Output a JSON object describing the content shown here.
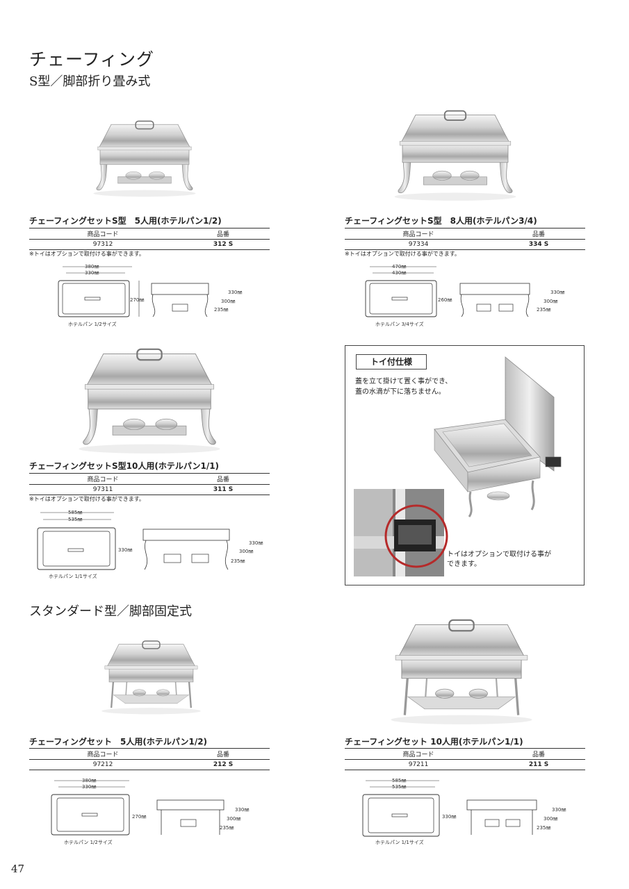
{
  "page": {
    "title": "チェーフィング",
    "subtitle": "S型／脚部折り畳み式",
    "section2_title": "スタンダード型／脚部固定式",
    "page_number": "47"
  },
  "table_headers": {
    "code": "商品コード",
    "model": "品番"
  },
  "note": "※トイはオプションで取付ける事ができます。",
  "products": [
    {
      "name": "チェーフィングセットS型　5人用(ホテルパン1/2)",
      "code": "97312",
      "model": "312 S",
      "dims": {
        "w_outer": "380㎜",
        "w_inner": "330㎜",
        "depth": "270㎜",
        "h1": "330㎜",
        "h2": "300㎜",
        "h3": "235㎜",
        "pan": "ホテルパン 1/2サイズ"
      }
    },
    {
      "name": "チェーフィングセットS型　8人用(ホテルパン3/4)",
      "code": "97334",
      "model": "334 S",
      "dims": {
        "w_outer": "470㎜",
        "w_inner": "430㎜",
        "depth": "260㎜",
        "h1": "330㎜",
        "h2": "300㎜",
        "h3": "235㎜",
        "pan": "ホテルパン 3/4サイズ"
      }
    },
    {
      "name": "チェーフィングセットS型10人用(ホテルパン1/1)",
      "code": "97311",
      "model": "311 S",
      "dims": {
        "w_outer": "585㎜",
        "w_inner": "535㎜",
        "depth": "330㎜",
        "h1": "330㎜",
        "h2": "300㎜",
        "h3": "235㎜",
        "pan": "ホテルパン 1/1サイズ"
      }
    },
    {
      "name": "チェーフィングセット　5人用(ホテルパン1/2)",
      "code": "97212",
      "model": "212 S",
      "dims": {
        "w_outer": "380㎜",
        "w_inner": "330㎜",
        "depth": "270㎜",
        "h1": "330㎜",
        "h2": "300㎜",
        "h3": "235㎜",
        "pan": "ホテルパン 1/2サイズ"
      }
    },
    {
      "name": "チェーフィングセット 10人用(ホテルパン1/1)",
      "code": "97211",
      "model": "211 S",
      "dims": {
        "w_outer": "585㎜",
        "w_inner": "535㎜",
        "depth": "330㎜",
        "h1": "330㎜",
        "h2": "300㎜",
        "h3": "235㎜",
        "pan": "ホテルパン 1/1サイズ"
      }
    }
  ],
  "feature": {
    "tag": "トイ付仕様",
    "desc_line1": "蓋を立て掛けて置く事ができ、",
    "desc_line2": "蓋の水滴が下に落ちません。",
    "caption_line1": "トイはオプションで取付ける事が",
    "caption_line2": "できます。"
  }
}
